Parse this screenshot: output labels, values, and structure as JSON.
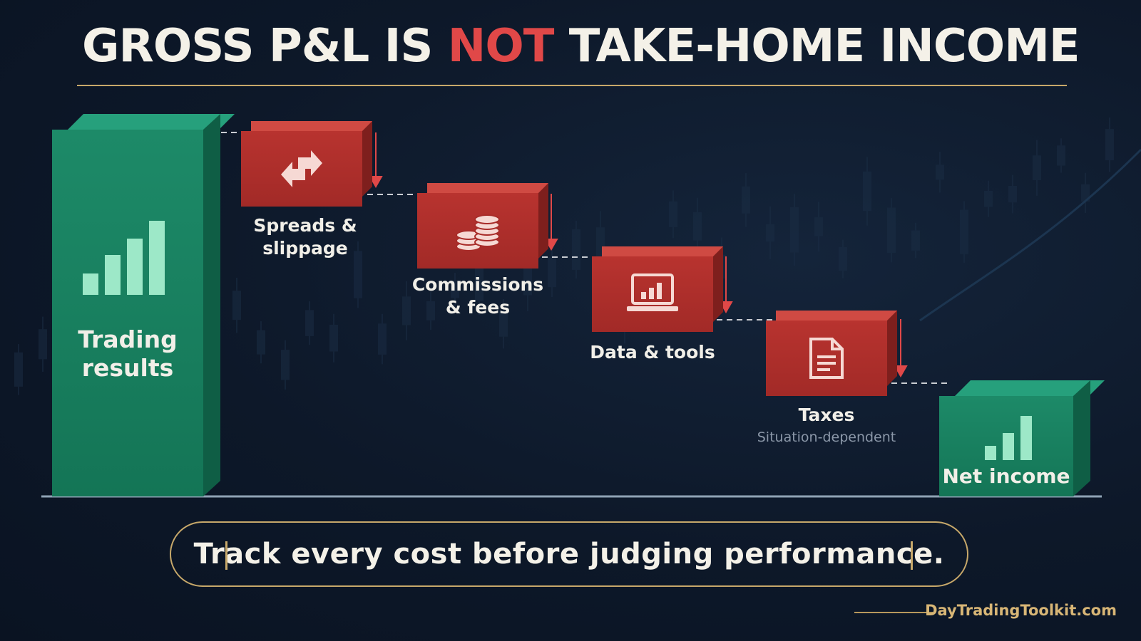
{
  "title": {
    "pre": "GROSS P&L IS ",
    "highlight": "NOT",
    "post": " TAKE-HOME INCOME"
  },
  "colors": {
    "positive": "#1d8a68",
    "cost": "#b8332f",
    "accent": "#c7a86a",
    "highlight": "#e04848",
    "background": "#0d1829"
  },
  "start": {
    "line1": "Trading",
    "line2": "results",
    "icon": "bar-chart-icon"
  },
  "costs": [
    {
      "line1": "Spreads &",
      "line2": "slippage",
      "icon": "swap-arrows-icon"
    },
    {
      "line1": "Commissions",
      "line2": "& fees",
      "icon": "coin-stack-icon"
    },
    {
      "line1": "Data & tools",
      "line2": "",
      "icon": "laptop-chart-icon"
    },
    {
      "line1": "Taxes",
      "line2": "",
      "note": "Situation-dependent",
      "icon": "document-icon"
    }
  ],
  "end": {
    "label": "Net income",
    "icon": "bar-chart-icon"
  },
  "callout": "Track every cost before judging performance.",
  "brand": "DayTradingToolkit.com"
}
